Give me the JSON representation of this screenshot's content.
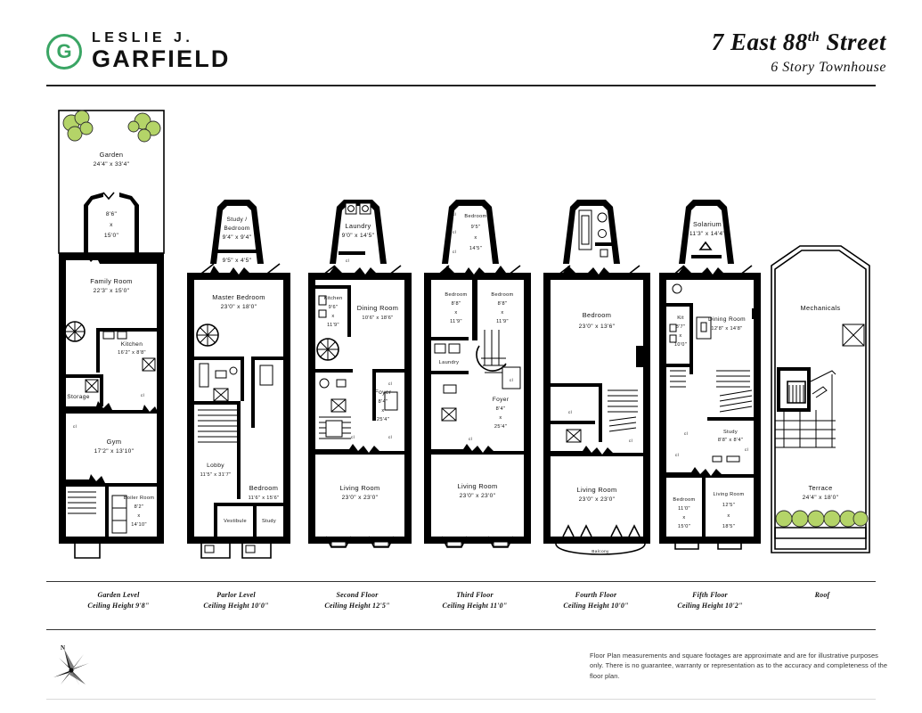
{
  "header": {
    "logo_line1": "LESLIE J.",
    "logo_line2": "GARFIELD",
    "logo_monogram": "G",
    "title": "7 East 88",
    "title_sup": "th",
    "title_tail": " Street",
    "subtitle": "6 Story Townhouse"
  },
  "footer": {
    "disclaimer": "Floor Plan measurements and square footages are approximate and are for illustrative purposes only. There is no guarantee, warranty or representation as to the accuracy and completeness of the floor plan.",
    "compass_north": "N"
  },
  "floor_labels": [
    {
      "name": "Garden Level",
      "ceiling": "Ceiling Height 9'8\""
    },
    {
      "name": "Parlor Level",
      "ceiling": "Ceiling Height 10'0\""
    },
    {
      "name": "Second Floor",
      "ceiling": "Ceiling Height 12'5\""
    },
    {
      "name": "Third Floor",
      "ceiling": "Ceiling Height 11'0\""
    },
    {
      "name": "Fourth Floor",
      "ceiling": "Ceiling Height 10'0\""
    },
    {
      "name": "Fifth Floor",
      "ceiling": "Ceiling Height 10'2\""
    },
    {
      "name": "Roof",
      "ceiling": ""
    }
  ],
  "plans": {
    "garden": {
      "rooms": [
        {
          "name": "Garden",
          "dim": "24'4\" x 33'4\""
        },
        {
          "name": "",
          "dim_l1": "8'6\"",
          "dim_x": "x",
          "dim_l2": "15'0\""
        },
        {
          "name": "Family Room",
          "dim": "22'3\" x 15'0\""
        },
        {
          "name": "Kitchen",
          "dim": "16'2\" x 8'8\""
        },
        {
          "name": "Storage",
          "dim": ""
        },
        {
          "name": "Gym",
          "dim": "17'2\" x 13'10\""
        },
        {
          "name": "Boiler Room",
          "dim_l1": "8'2\"",
          "dim_x": "x",
          "dim_l2": "14'10\""
        }
      ],
      "closets": [
        "cl",
        "cl"
      ]
    },
    "parlor": {
      "rooms": [
        {
          "name_l1": "Study /",
          "name_l2": "Bedroom",
          "dim": "9'4\" x 9'4\""
        },
        {
          "name": "",
          "dim": "9'5\" x 4'5\""
        },
        {
          "name": "Master Bedroom",
          "dim": "23'0\" x 18'0\""
        },
        {
          "name": "Lobby",
          "dim": "11'5\" x 31'7\""
        },
        {
          "name": "Bedroom",
          "dim": "11'6\" x 15'6\""
        },
        {
          "name": "Vestibule",
          "dim": ""
        },
        {
          "name": "Study",
          "dim": ""
        }
      ]
    },
    "second": {
      "rooms": [
        {
          "name": "Laundry",
          "dim": "9'0\" x 14'5\""
        },
        {
          "name": "Kitchen",
          "dim_l1": "9'6\"",
          "dim_x": "x",
          "dim_l2": "11'9\""
        },
        {
          "name": "Dining Room",
          "dim": "10'6\" x 18'6\""
        },
        {
          "name": "Foyer",
          "dim_l1": "8'4\"",
          "dim_x": "x",
          "dim_l2": "25'4\""
        },
        {
          "name": "Living Room",
          "dim": "23'0\" x 23'0\""
        }
      ],
      "closets": [
        "cl",
        "cl",
        "cl",
        "cl"
      ]
    },
    "third": {
      "rooms": [
        {
          "name": "Bedroom",
          "dim_l1": "9'5\"",
          "dim_x": "x",
          "dim_l2": "14'5\""
        },
        {
          "name": "Bedroom",
          "dim_l1": "8'8\"",
          "dim_x": "x",
          "dim_l2": "11'9\""
        },
        {
          "name": "Bedroom",
          "dim_l1": "8'8\"",
          "dim_x": "x",
          "dim_l2": "11'9\""
        },
        {
          "name": "Laundry",
          "dim": ""
        },
        {
          "name": "Foyer",
          "dim_l1": "8'4\"",
          "dim_x": "x",
          "dim_l2": "25'4\""
        },
        {
          "name": "Living Room",
          "dim": "23'0\" x 23'0\""
        }
      ],
      "closets": [
        "cl",
        "cl",
        "cl",
        "cl",
        "cl"
      ]
    },
    "fourth": {
      "rooms": [
        {
          "name": "Bedroom",
          "dim": "23'0\" x 13'6\""
        },
        {
          "name": "Living Room",
          "dim": "23'0\" x 23'0\""
        },
        {
          "name": "Balcony",
          "dim": ""
        }
      ],
      "closets": [
        "cl",
        "cl",
        "cl"
      ]
    },
    "fifth": {
      "rooms": [
        {
          "name": "Solarium",
          "dim": "11'3\" x 14'4\""
        },
        {
          "name": "Kit",
          "dim_l1": "8'7\"",
          "dim_x": "x",
          "dim_l2": "10'0\""
        },
        {
          "name": "Dining Room",
          "dim": "12'8\" x 14'8\""
        },
        {
          "name": "Study",
          "dim": "8'8\" x 8'4\""
        },
        {
          "name": "Bedroom",
          "dim_l1": "11'0\"",
          "dim_x": "x",
          "dim_l2": "15'0\""
        },
        {
          "name": "Living Room",
          "dim_l1": "12'5\"",
          "dim_x": "x",
          "dim_l2": "18'5\""
        }
      ],
      "closets": [
        "cl",
        "cl",
        "cl"
      ]
    },
    "roof": {
      "rooms": [
        {
          "name": "Mechanicals",
          "dim": ""
        },
        {
          "name": "Terrace",
          "dim": "24'4\" x 18'0\""
        }
      ]
    }
  }
}
